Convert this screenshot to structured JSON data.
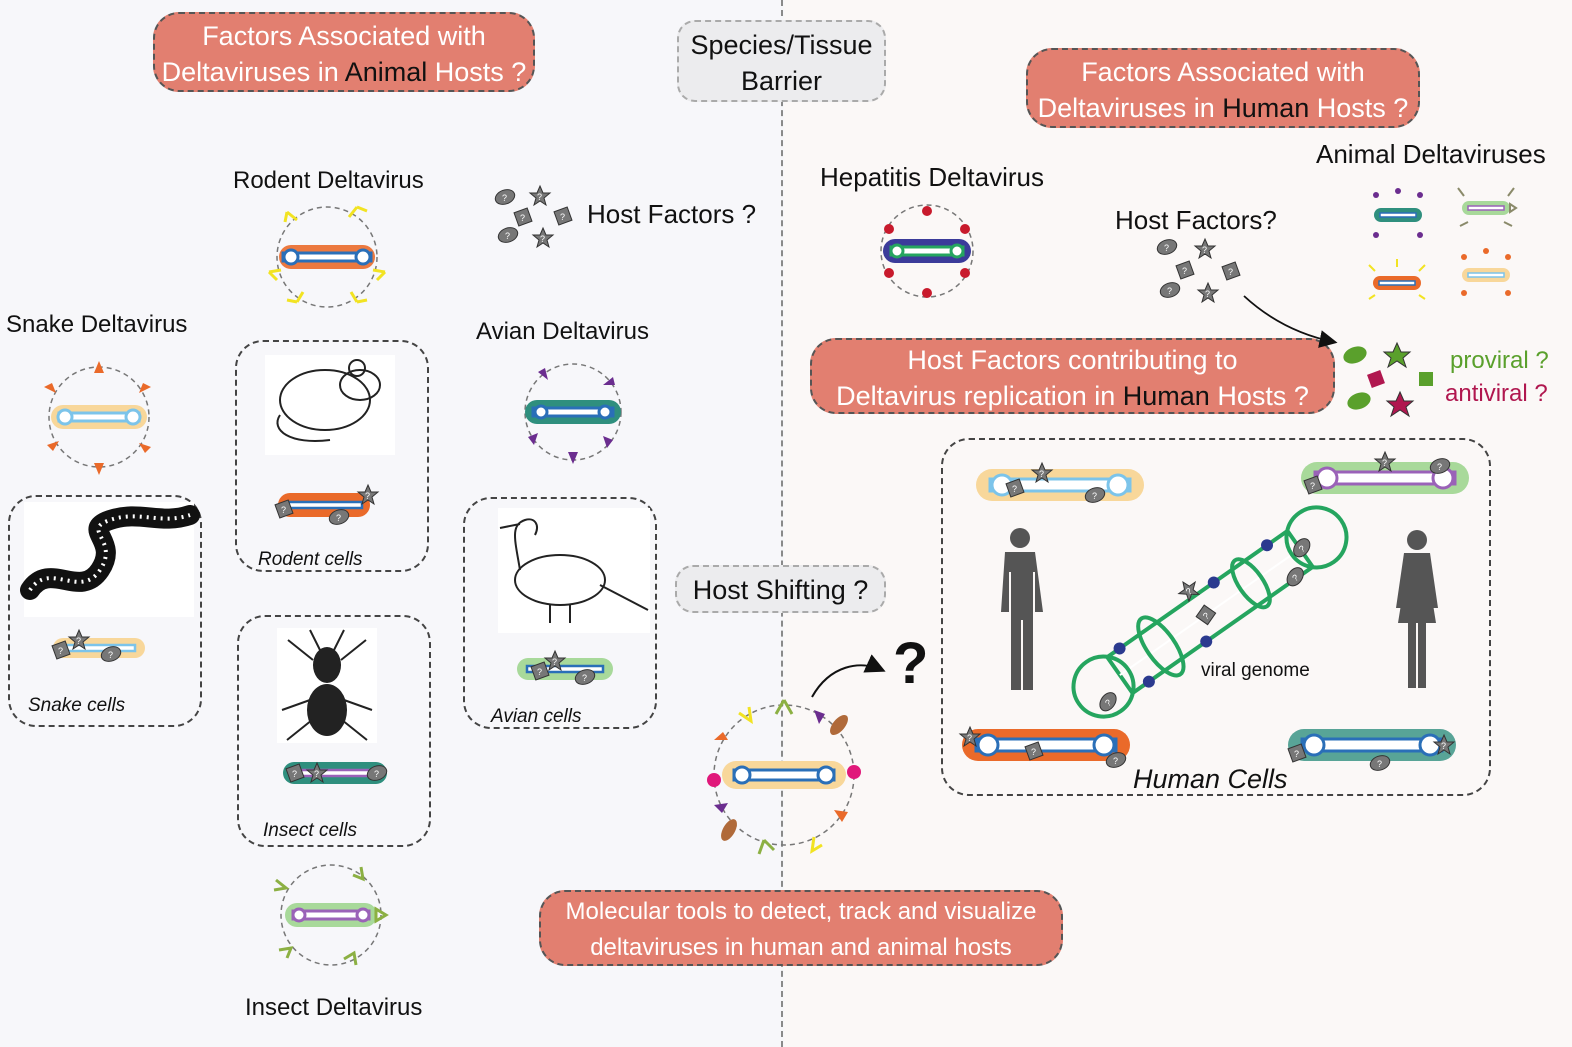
{
  "top_left_pill": {
    "line1": "Factors Associated with",
    "line2a": "Deltaviruses in ",
    "line2b": "Animal",
    "line2c": " Hosts ?"
  },
  "barrier_box": {
    "line1": "Species/Tissue",
    "line2": "Barrier"
  },
  "top_right_pill": {
    "line1": "Factors Associated with",
    "line2a": "Deltaviruses in ",
    "line2b": "Human",
    "line2c": " Hosts ?"
  },
  "labels": {
    "rodent": "Rodent Deltavirus",
    "host_factors_left": "Host Factors ?",
    "snake": "Snake Deltavirus",
    "avian": "Avian Deltavirus",
    "insect": "Insect Deltavirus",
    "hepatitis": "Hepatitis Deltavirus",
    "animal_deltaviruses": "Animal Deltaviruses",
    "host_factors_right": "Host Factors?",
    "proviral": "proviral ?",
    "antiviral": "antiviral ?",
    "viral_genome": "viral genome",
    "question_mark": "?"
  },
  "cells": {
    "rodent": "Rodent cells",
    "snake": "Snake cells",
    "avian": "Avian cells",
    "insect": "Insect cells",
    "human": "Human Cells"
  },
  "replication_pill": {
    "line1": "Host Factors contributing to",
    "line2a": "Deltavirus replication in ",
    "line2b": "Human",
    "line2c": " Hosts ?"
  },
  "host_shifting": "Host Shifting ?",
  "tools_pill": {
    "line1": "Molecular tools to detect, track and visualize",
    "line2": "deltaviruses in human and animal hosts"
  },
  "colors": {
    "pill": "#e27f70",
    "proviral": "#5aa02c",
    "antiviral": "#b0174f",
    "green_genome": "#25a55f",
    "blue_genome": "#2a6fb8"
  }
}
